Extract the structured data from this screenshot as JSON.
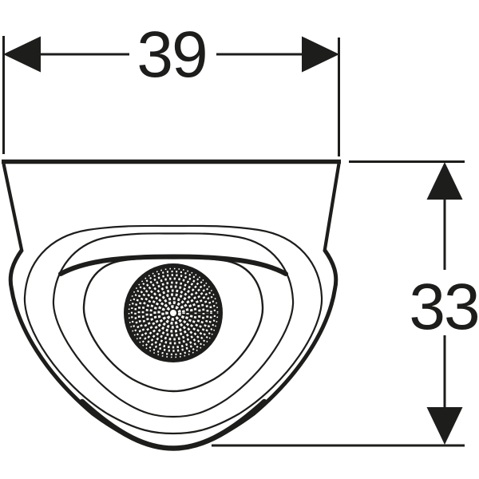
{
  "diagram": {
    "subject": "urinal-front-view-technical-drawing",
    "dimensions": {
      "width": {
        "value": "39",
        "orientation": "horizontal"
      },
      "height": {
        "value": "33",
        "orientation": "vertical"
      }
    },
    "style": {
      "line_color": "#1d1d1b",
      "background_color": "#ffffff"
    }
  }
}
